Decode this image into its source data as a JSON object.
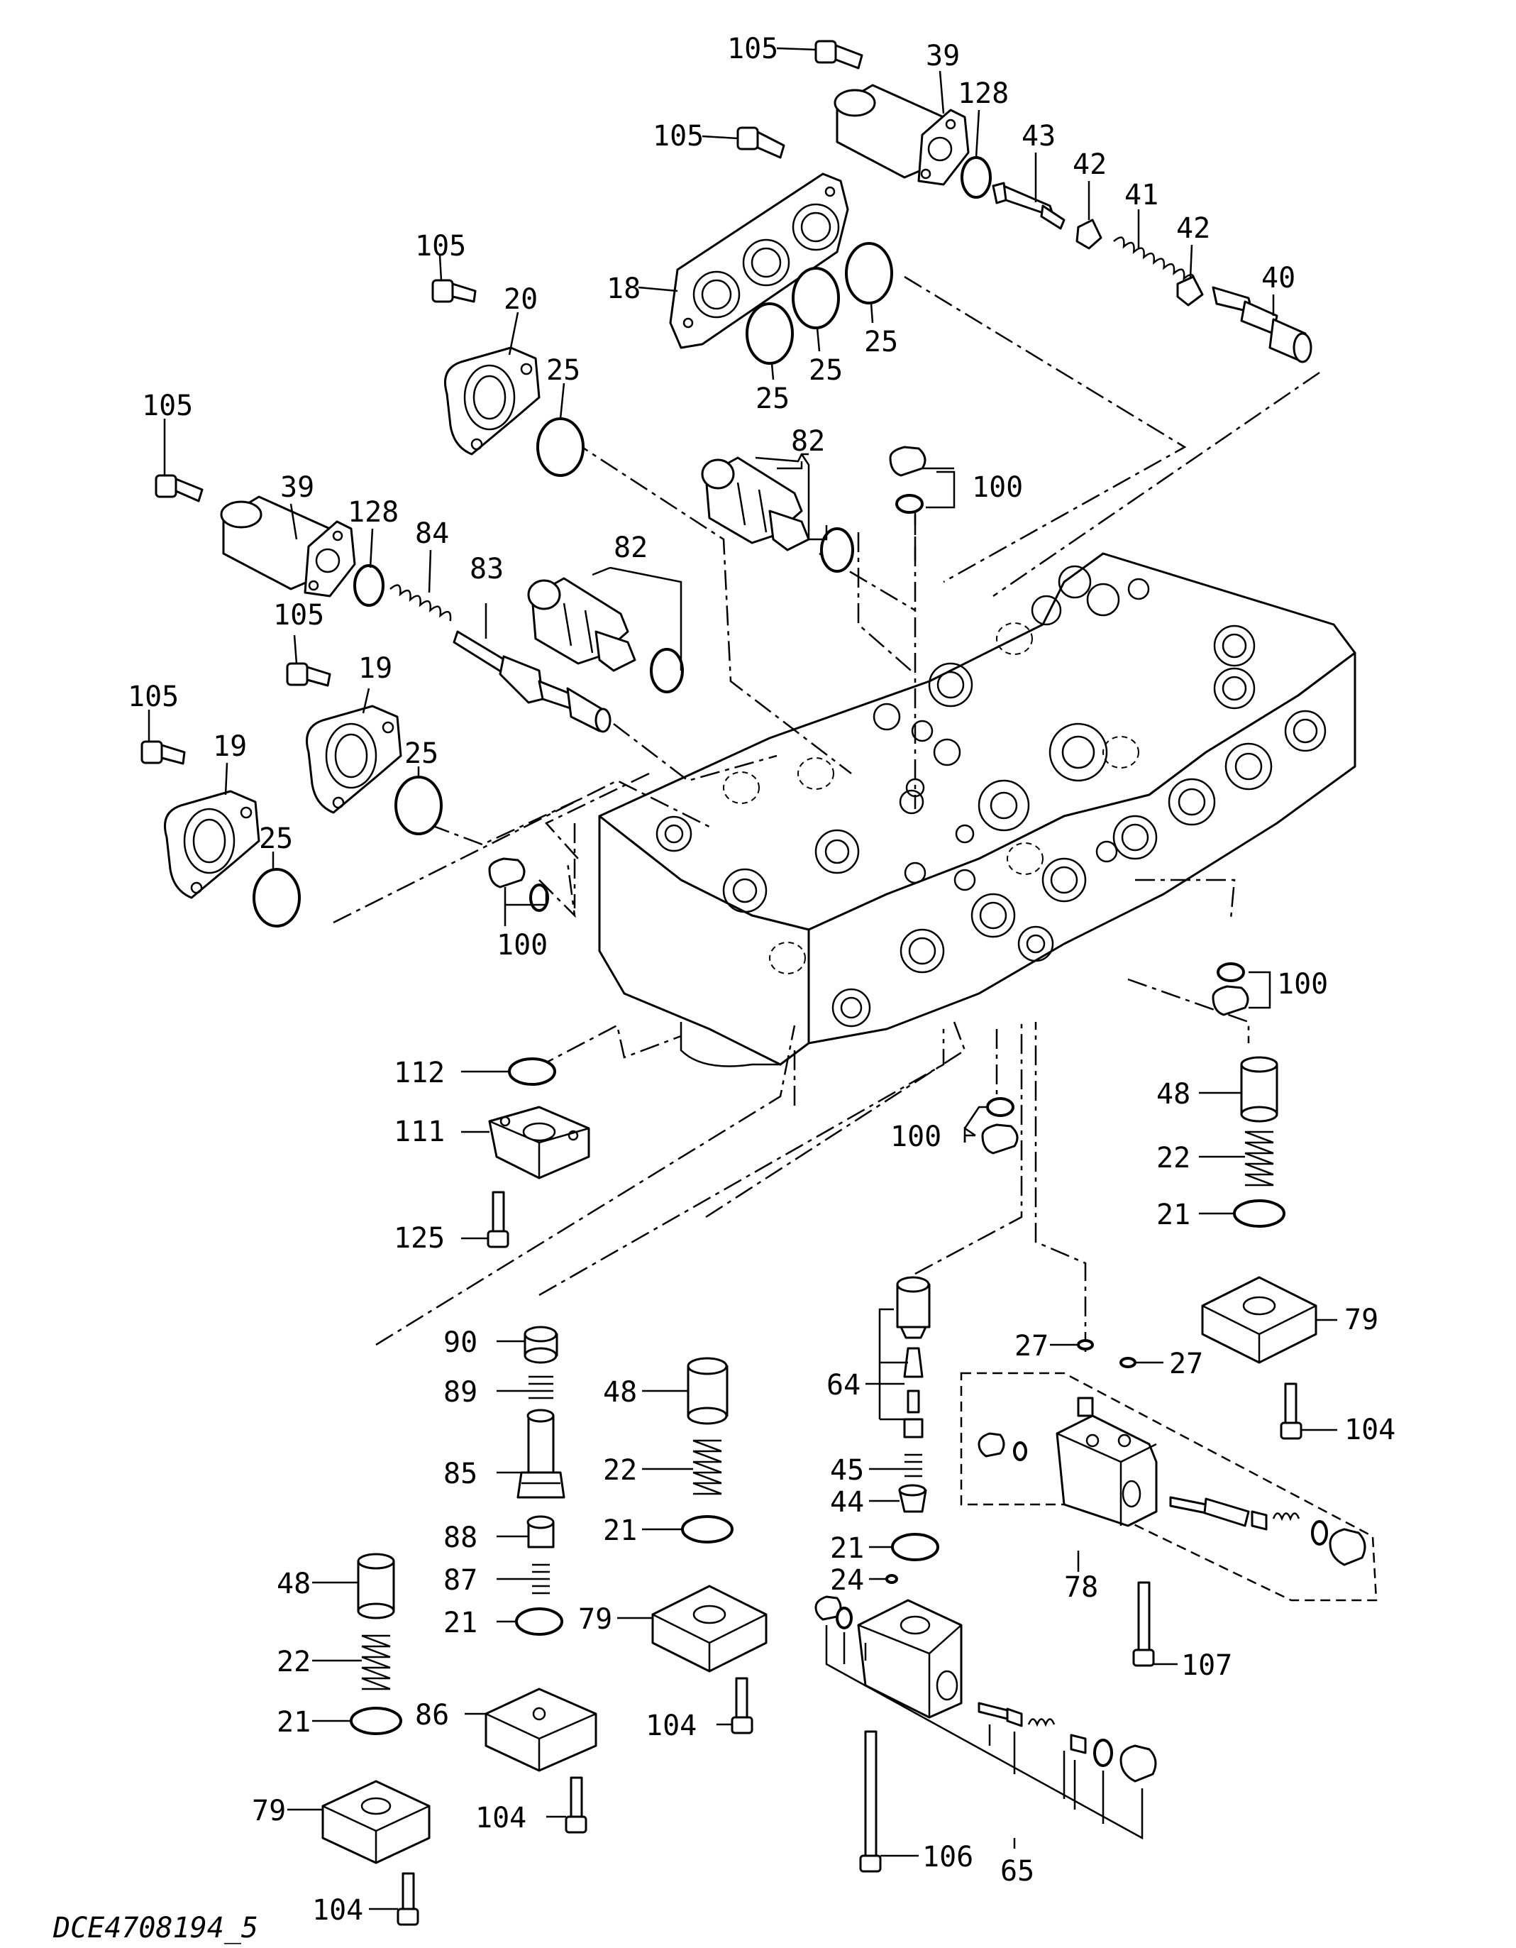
{
  "drawing_id": "DCE4708194_5",
  "callouts": {
    "c105a": "105",
    "c39a": "39",
    "c128a": "128",
    "c43": "43",
    "c42a": "42",
    "c41": "41",
    "c42b": "42",
    "c40": "40",
    "c105b": "105",
    "c18": "18",
    "c25a": "25",
    "c25b": "25",
    "c25c": "25",
    "c105c": "105",
    "c20": "20",
    "c25d": "25",
    "c82a": "82",
    "c100a": "100",
    "c105d": "105",
    "c39b": "39",
    "c128b": "128",
    "c84": "84",
    "c83": "83",
    "c82b": "82",
    "c105e": "105",
    "c19a": "19",
    "c105f": "105",
    "c19b": "19",
    "c25e": "25",
    "c25f": "25",
    "c100b": "100",
    "c100c": "100",
    "c112": "112",
    "c111": "111",
    "c125": "125",
    "c100d": "100",
    "c48a": "48",
    "c22a": "22",
    "c21a": "21",
    "c79a": "79",
    "c27a": "27",
    "c27b": "27",
    "c104a": "104",
    "c90": "90",
    "c89": "89",
    "c85": "85",
    "c88": "88",
    "c87": "87",
    "c21b": "21",
    "c86": "86",
    "c104b": "104",
    "c48b": "48",
    "c22b": "22",
    "c21c": "21",
    "c79b": "79",
    "c104c": "104",
    "c64": "64",
    "c45": "45",
    "c44": "44",
    "c21d": "21",
    "c24": "24",
    "c78": "78",
    "c107": "107",
    "c48c": "48",
    "c22c": "22",
    "c21e": "21",
    "c79c": "79",
    "c104d": "104",
    "c106": "106",
    "c65": "65"
  }
}
